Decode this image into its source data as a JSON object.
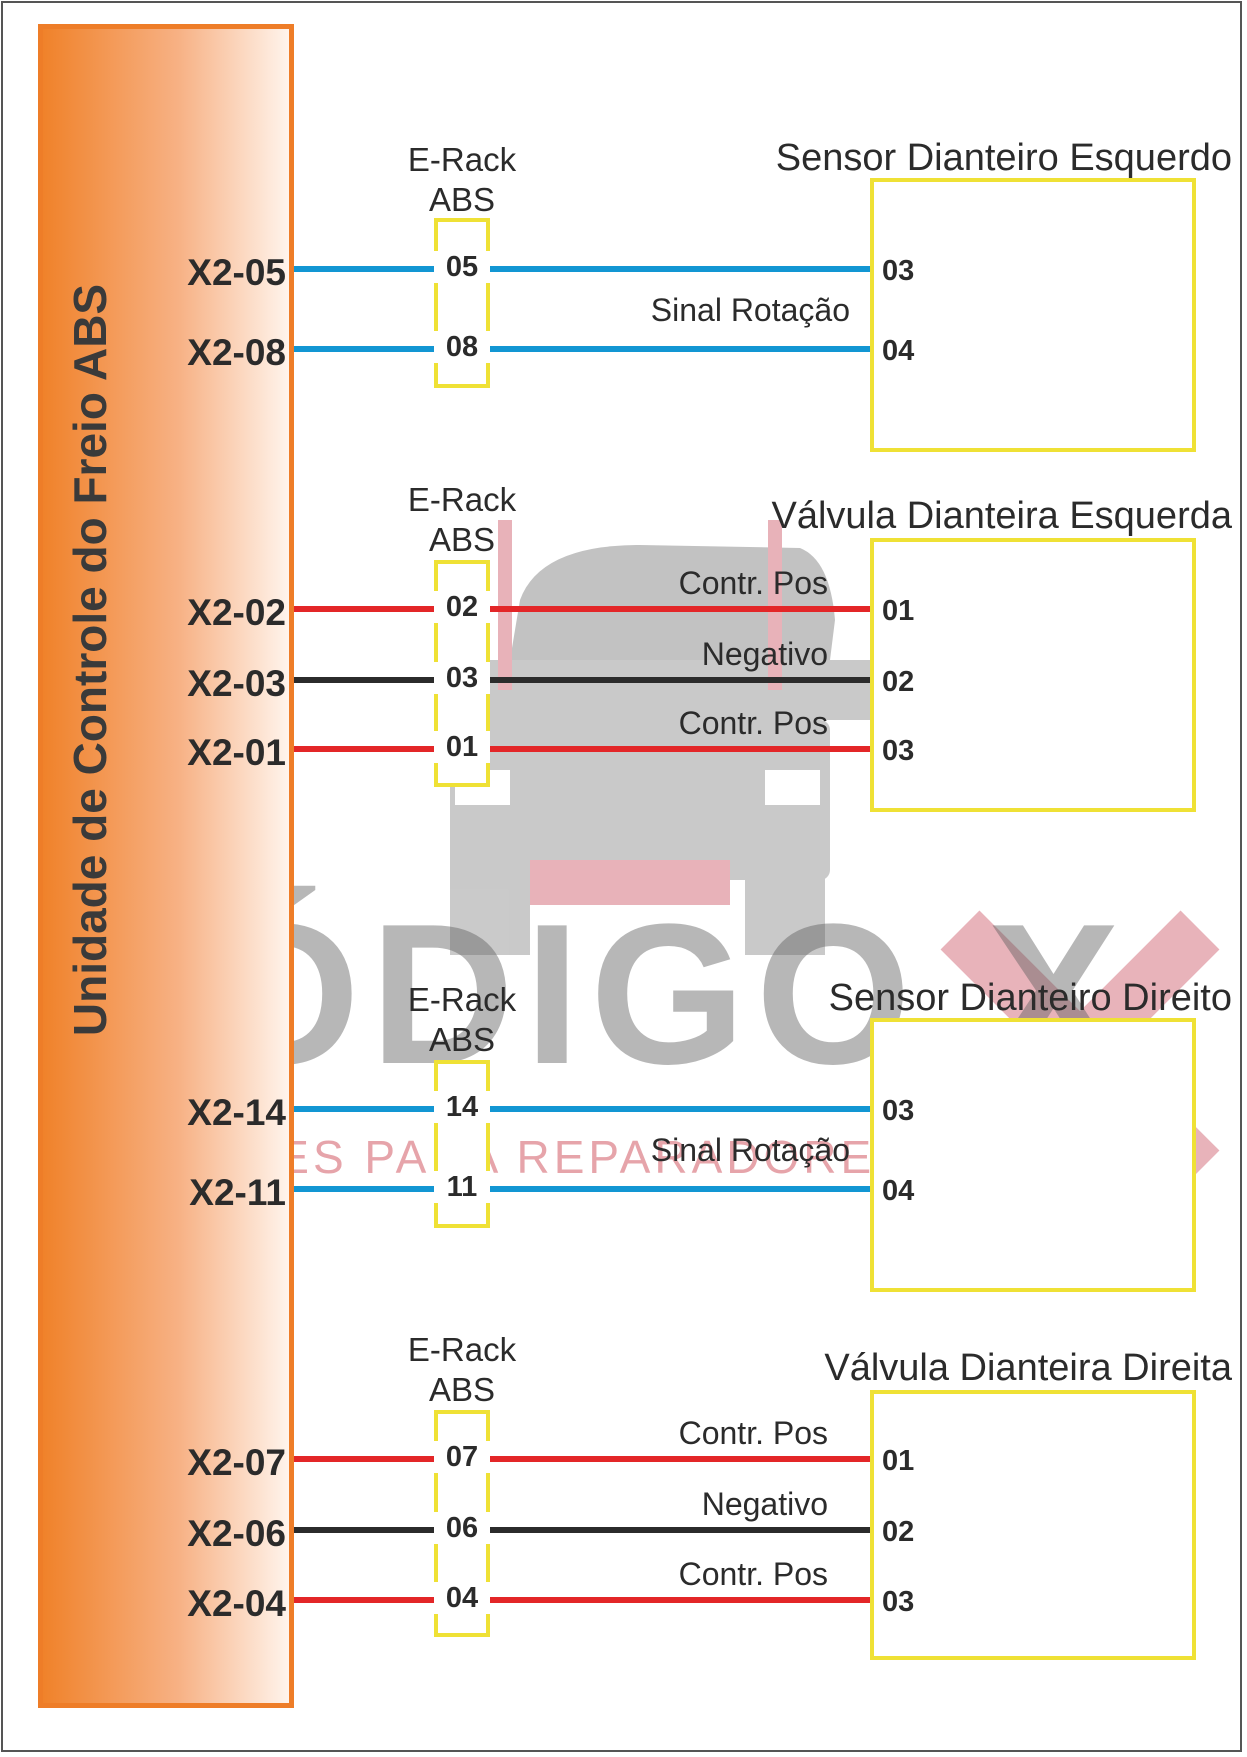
{
  "ecu_label": "Unidade de Controle do Freio ABS",
  "watermark": {
    "text": "CÓDIGO X",
    "subtitle": "SOLUÇÕES PARA REPARADORES"
  },
  "colors": {
    "ecu_border": "#ee7d28",
    "box_border": "#efe135",
    "blue_wire": "#1296d3",
    "red_wire": "#e32628",
    "black_wire": "#2b2b2b"
  },
  "groups": [
    {
      "rack_title_line1": "E-Rack",
      "rack_title_line2": "ABS",
      "component": "Sensor Dianteiro Esquerdo",
      "component_icon": "abs-speed-sensor-icon",
      "wire_label": "Sinal Rotação",
      "wires": [
        {
          "ecu_pin": "X2-05",
          "rack_pin": "05",
          "comp_pin": "03",
          "color": "blue",
          "label": ""
        },
        {
          "ecu_pin": "X2-08",
          "rack_pin": "08",
          "comp_pin": "04",
          "color": "blue",
          "label": ""
        }
      ]
    },
    {
      "rack_title_line1": "E-Rack",
      "rack_title_line2": "ABS",
      "component": "Válvula Dianteira Esquerda",
      "component_icon": "abs-modulator-valve-icon",
      "wire_label": "",
      "wires": [
        {
          "ecu_pin": "X2-02",
          "rack_pin": "02",
          "comp_pin": "01",
          "color": "red",
          "label": "Contr. Pos"
        },
        {
          "ecu_pin": "X2-03",
          "rack_pin": "03",
          "comp_pin": "02",
          "color": "black",
          "label": "Negativo"
        },
        {
          "ecu_pin": "X2-01",
          "rack_pin": "01",
          "comp_pin": "03",
          "color": "red",
          "label": "Contr. Pos"
        }
      ]
    },
    {
      "rack_title_line1": "E-Rack",
      "rack_title_line2": "ABS",
      "component": "Sensor Dianteiro Direito",
      "component_icon": "abs-speed-sensor-icon",
      "wire_label": "Sinal Rotação",
      "wires": [
        {
          "ecu_pin": "X2-14",
          "rack_pin": "14",
          "comp_pin": "03",
          "color": "blue",
          "label": ""
        },
        {
          "ecu_pin": "X2-11",
          "rack_pin": "11",
          "comp_pin": "04",
          "color": "blue",
          "label": ""
        }
      ]
    },
    {
      "rack_title_line1": "E-Rack",
      "rack_title_line2": "ABS",
      "component": "Válvula Dianteira Direita",
      "component_icon": "abs-modulator-valve-icon",
      "wire_label": "",
      "wires": [
        {
          "ecu_pin": "X2-07",
          "rack_pin": "07",
          "comp_pin": "01",
          "color": "red",
          "label": "Contr. Pos"
        },
        {
          "ecu_pin": "X2-06",
          "rack_pin": "06",
          "comp_pin": "02",
          "color": "black",
          "label": "Negativo"
        },
        {
          "ecu_pin": "X2-04",
          "rack_pin": "04",
          "comp_pin": "03",
          "color": "red",
          "label": "Contr. Pos"
        }
      ]
    }
  ]
}
